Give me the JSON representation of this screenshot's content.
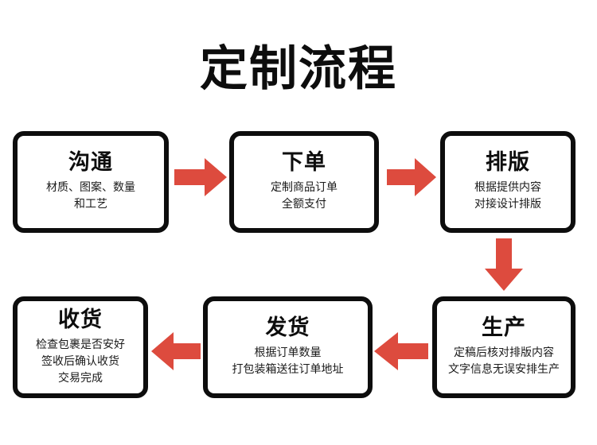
{
  "page": {
    "title": "定制流程",
    "background_color": "#ffffff",
    "box_border_color": "#0d0d0d",
    "arrow_color": "#dd4b3e",
    "text_color": "#0d0d0d"
  },
  "steps": [
    {
      "id": "step-1",
      "title": "沟通",
      "lines": [
        "材质、图案、数量",
        "和工艺"
      ]
    },
    {
      "id": "step-2",
      "title": "下单",
      "lines": [
        "定制商品订单",
        "全额支付"
      ]
    },
    {
      "id": "step-3",
      "title": "排版",
      "lines": [
        "根据提供内容",
        "对接设计排版"
      ]
    },
    {
      "id": "step-4",
      "title": "生产",
      "lines": [
        "定稿后核对排版内容",
        "文字信息无误安排生产"
      ]
    },
    {
      "id": "step-5",
      "title": "发货",
      "lines": [
        "根据订单数量",
        "打包装箱送往订单地址"
      ]
    },
    {
      "id": "step-6",
      "title": "收货",
      "lines": [
        "检查包裹是否安好",
        "签收后确认收货",
        "交易完成"
      ]
    }
  ],
  "arrows": [
    {
      "id": "arrow-1",
      "direction": "right",
      "from": "step-1",
      "to": "step-2"
    },
    {
      "id": "arrow-2",
      "direction": "right",
      "from": "step-2",
      "to": "step-3"
    },
    {
      "id": "arrow-3",
      "direction": "down",
      "from": "step-3",
      "to": "step-4"
    },
    {
      "id": "arrow-4",
      "direction": "left",
      "from": "step-4",
      "to": "step-5"
    },
    {
      "id": "arrow-5",
      "direction": "left",
      "from": "step-5",
      "to": "step-6"
    }
  ]
}
